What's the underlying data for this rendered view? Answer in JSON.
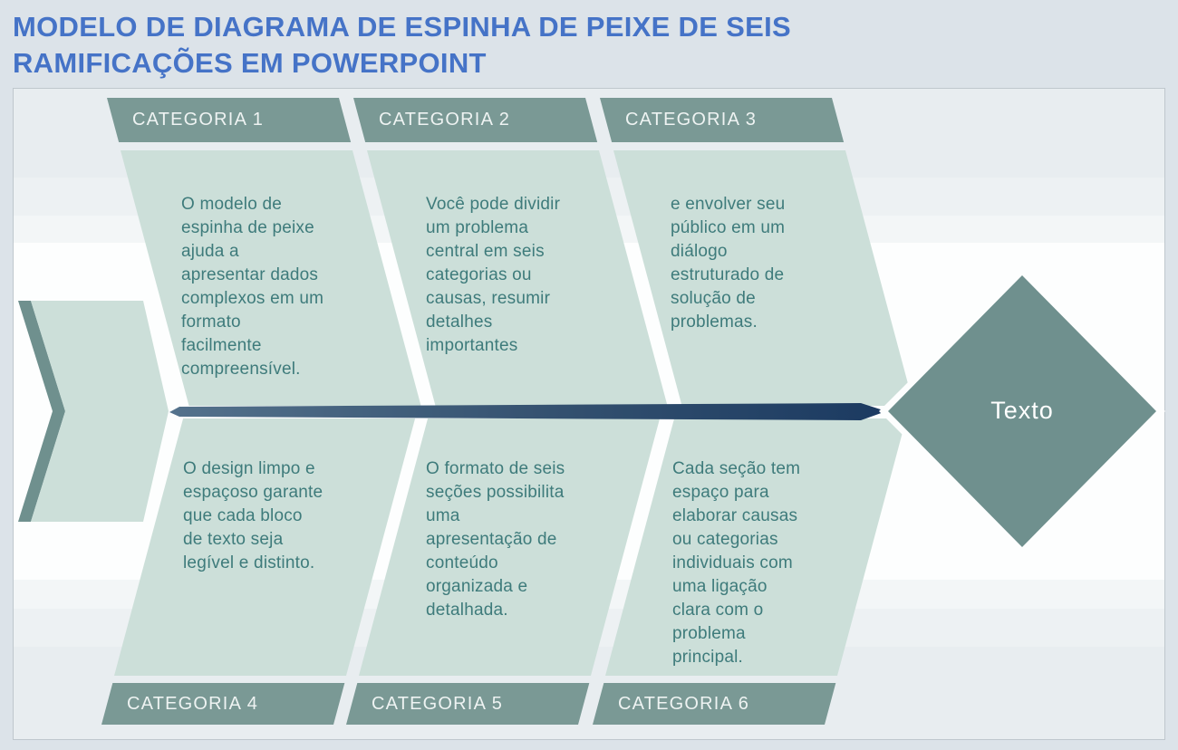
{
  "title": "MODELO DE DIAGRAMA DE ESPINHA DE PEIXE DE SEIS\nRAMIFICAÇÕES EM POWERPOINT",
  "colors": {
    "title_blue": "#4573c7",
    "branch_header_teal": "#7a9995",
    "branch_body_sage": "#ccdfd9",
    "body_text_teal": "#3e7b7b",
    "spine_gradient_start": "#54728c",
    "spine_gradient_end": "#1b3a61",
    "head_diamond_teal": "#6f908e",
    "tail_stripe_teal": "#6f908e",
    "panel_band_gray": "#e8edf0"
  },
  "diagram": {
    "head_label": "Texto",
    "branches_top": [
      {
        "label": "CATEGORIA 1",
        "text": "O modelo de\nespinha de peixe\najuda a\napresentar dados\ncomplexos em um\nformato\nfacilmente\ncompreensível."
      },
      {
        "label": "CATEGORIA 2",
        "text": "Você pode dividir\num problema\ncentral em seis\ncategorias ou\ncausas, resumir\ndetalhes\nimportantes"
      },
      {
        "label": "CATEGORIA 3",
        "text": "e envolver seu\npúblico em um\ndiálogo\nestruturado de\nsolução de\nproblemas."
      }
    ],
    "branches_bottom": [
      {
        "label": "CATEGORIA 4",
        "text": "O design limpo e\nespaçoso garante\nque cada bloco\nde texto seja\nlegível e distinto."
      },
      {
        "label": "CATEGORIA 5",
        "text": "O formato de seis\nseções possibilita\numa\napresentação de\nconteúdo\norganizada e\ndetalhada."
      },
      {
        "label": "CATEGORIA 6",
        "text": "Cada seção tem\nespaço para\nelaborar causas\nou categorias\nindividuais com\numa ligação\nclara com o\nproblema\nprincipal."
      }
    ]
  }
}
